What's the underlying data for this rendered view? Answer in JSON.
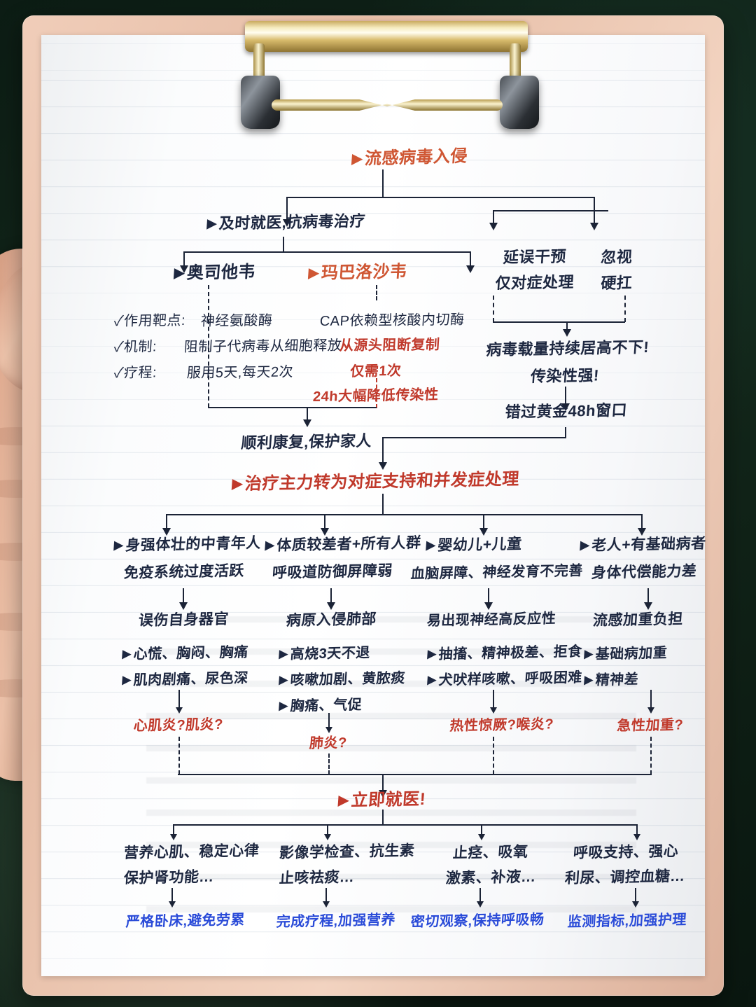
{
  "scene": {
    "background_color": "#0e2017",
    "board_color": "#ecc5b0",
    "paper_color": "#ffffff"
  },
  "palette": {
    "ink_black": "#1d2740",
    "ink_red": "#c0392b",
    "ink_orange": "#cf5633",
    "ink_blue": "#2a4bd8"
  },
  "flowchart": {
    "type": "diagram",
    "title": "流感病毒入侵",
    "root": {
      "label": "流感病毒入侵",
      "color": "#cf5633",
      "bullet": "▶"
    },
    "branch_good": {
      "label": "及时就医,抗病毒治疗",
      "bullet": "▶",
      "drugs": [
        {
          "name": "奥司他韦",
          "bullet": "▶",
          "color": "#1d2740"
        },
        {
          "name": "玛巴洛沙韦",
          "bullet": "▶",
          "color": "#cf5633"
        }
      ],
      "compare_rows": [
        {
          "check": "✓",
          "key": "作用靶点:",
          "left": "神经氨酸酶",
          "right": "CAP依赖型核酸内切酶"
        },
        {
          "check": "✓",
          "key": "机制:",
          "left": "阻制子代病毒从细胞释放",
          "right": "从源头阻断复制"
        },
        {
          "check": "✓",
          "key": "疗程:",
          "left": "服用5天,每天2次",
          "right": "仅需1次"
        }
      ],
      "right_extra": "24h大幅降低传染性",
      "outcome": "顺利康复,保护家人"
    },
    "branch_bad": {
      "options": [
        {
          "line1": "延误干预",
          "line2": "仅对症处理"
        },
        {
          "line1": "忽视",
          "line2": "硬扛"
        }
      ],
      "consequence_line1": "病毒载量持续居高不下!",
      "consequence_line2": "传染性强!",
      "result": "错过黄金48h窗口"
    },
    "mid_node": {
      "label": "治疗主力转为对症支持和并发症处理",
      "bullet": "▶",
      "color": "#c0392b"
    },
    "groups": [
      {
        "population": "身强体壮的中青年人",
        "bullet": "▶",
        "mechanism": "免疫系统过度活跃",
        "effect": "误伤自身器官",
        "symptoms": [
          "心慌、胸闷、胸痛",
          "肌肉剧痛、尿色深"
        ],
        "suspicion": "心肌炎?肌炎?",
        "treatment_line1": "营养心肌、稳定心律",
        "treatment_line2": "保护肾功能…",
        "advice": "严格卧床,避免劳累"
      },
      {
        "population": "体质较差者+所有人群",
        "bullet": "▶",
        "mechanism": "呼吸道防御屏障弱",
        "effect": "病原入侵肺部",
        "symptoms": [
          "高烧3天不退",
          "咳嗽加剧、黄脓痰",
          "胸痛、气促"
        ],
        "suspicion": "肺炎?",
        "treatment_line1": "影像学检查、抗生素",
        "treatment_line2": "止咳祛痰…",
        "advice": "完成疗程,加强营养"
      },
      {
        "population": "婴幼儿+儿童",
        "bullet": "▶",
        "mechanism": "血脑屏障、神经发育不完善",
        "effect": "易出现神经高反应性",
        "symptoms": [
          "抽搐、精神极差、拒食",
          "犬吠样咳嗽、呼吸困难"
        ],
        "suspicion": "热性惊厥?喉炎?",
        "treatment_line1": "止痉、吸氧",
        "treatment_line2": "激素、补液…",
        "advice": "密切观察,保持呼吸畅"
      },
      {
        "population": "老人+有基础病者",
        "bullet": "▶",
        "mechanism": "身体代偿能力差",
        "effect": "流感加重负担",
        "symptoms": [
          "基础病加重",
          "精神差"
        ],
        "suspicion": "急性加重?",
        "treatment_line1": "呼吸支持、强心",
        "treatment_line2": "利尿、调控血糖…",
        "advice": "监测指标,加强护理"
      }
    ],
    "urgent_node": {
      "label": "立即就医!",
      "bullet": "▶",
      "color": "#c0392b"
    },
    "symptom_bullet": "▶"
  }
}
